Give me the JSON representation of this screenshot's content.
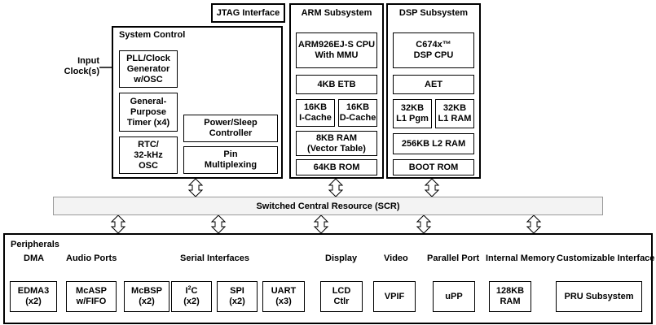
{
  "jtag": "JTAG Interface",
  "system_control": {
    "title": "System Control",
    "input_clock": [
      "Input",
      "Clock(s)"
    ],
    "pll": [
      "PLL/Clock",
      "Generator",
      "w/OSC"
    ],
    "timer": [
      "General-",
      "Purpose",
      "Timer (x4)"
    ],
    "rtc": [
      "RTC/",
      "32-kHz",
      "OSC"
    ],
    "power": [
      "Power/Sleep",
      "Controller"
    ],
    "pin": [
      "Pin",
      "Multiplexing"
    ]
  },
  "arm": {
    "title": "ARM Subsystem",
    "cpu": [
      "ARM926EJ-S CPU",
      "With MMU"
    ],
    "etb": "4KB ETB",
    "icache": [
      "16KB",
      "I-Cache"
    ],
    "dcache": [
      "16KB",
      "D-Cache"
    ],
    "ram": [
      "8KB RAM",
      "(Vector Table)"
    ],
    "rom": "64KB ROM"
  },
  "dsp": {
    "title": "DSP Subsystem",
    "cpu": [
      "C674x™",
      "DSP CPU"
    ],
    "aet": "AET",
    "l1pgm": [
      "32KB",
      "L1 Pgm"
    ],
    "l1ram": [
      "32KB",
      "L1 RAM"
    ],
    "l2ram": "256KB L2 RAM",
    "bootrom": "BOOT ROM"
  },
  "scr": "Switched Central Resource (SCR)",
  "peripherals": {
    "title": "Peripherals",
    "groups": {
      "dma": "DMA",
      "audio": "Audio Ports",
      "serial": "Serial Interfaces",
      "display": "Display",
      "video": "Video",
      "parallel": "Parallel Port",
      "memory": "Internal Memory",
      "custom": "Customizable Interface"
    },
    "edma": [
      "EDMA3",
      "(x2)"
    ],
    "mcasp": [
      "McASP",
      "w/FIFO"
    ],
    "mcbsp": [
      "McBSP",
      "(x2)"
    ],
    "i2c": {
      "base": "I",
      "sup": "2",
      "tail": "C",
      "count": "(x2)"
    },
    "spi": [
      "SPI",
      "(x2)"
    ],
    "uart": [
      "UART",
      "(x3)"
    ],
    "lcd": [
      "LCD",
      "Ctlr"
    ],
    "vpif": "VPIF",
    "upp": "uPP",
    "mem128": [
      "128KB",
      "RAM"
    ],
    "pru": "PRU Subsystem"
  }
}
